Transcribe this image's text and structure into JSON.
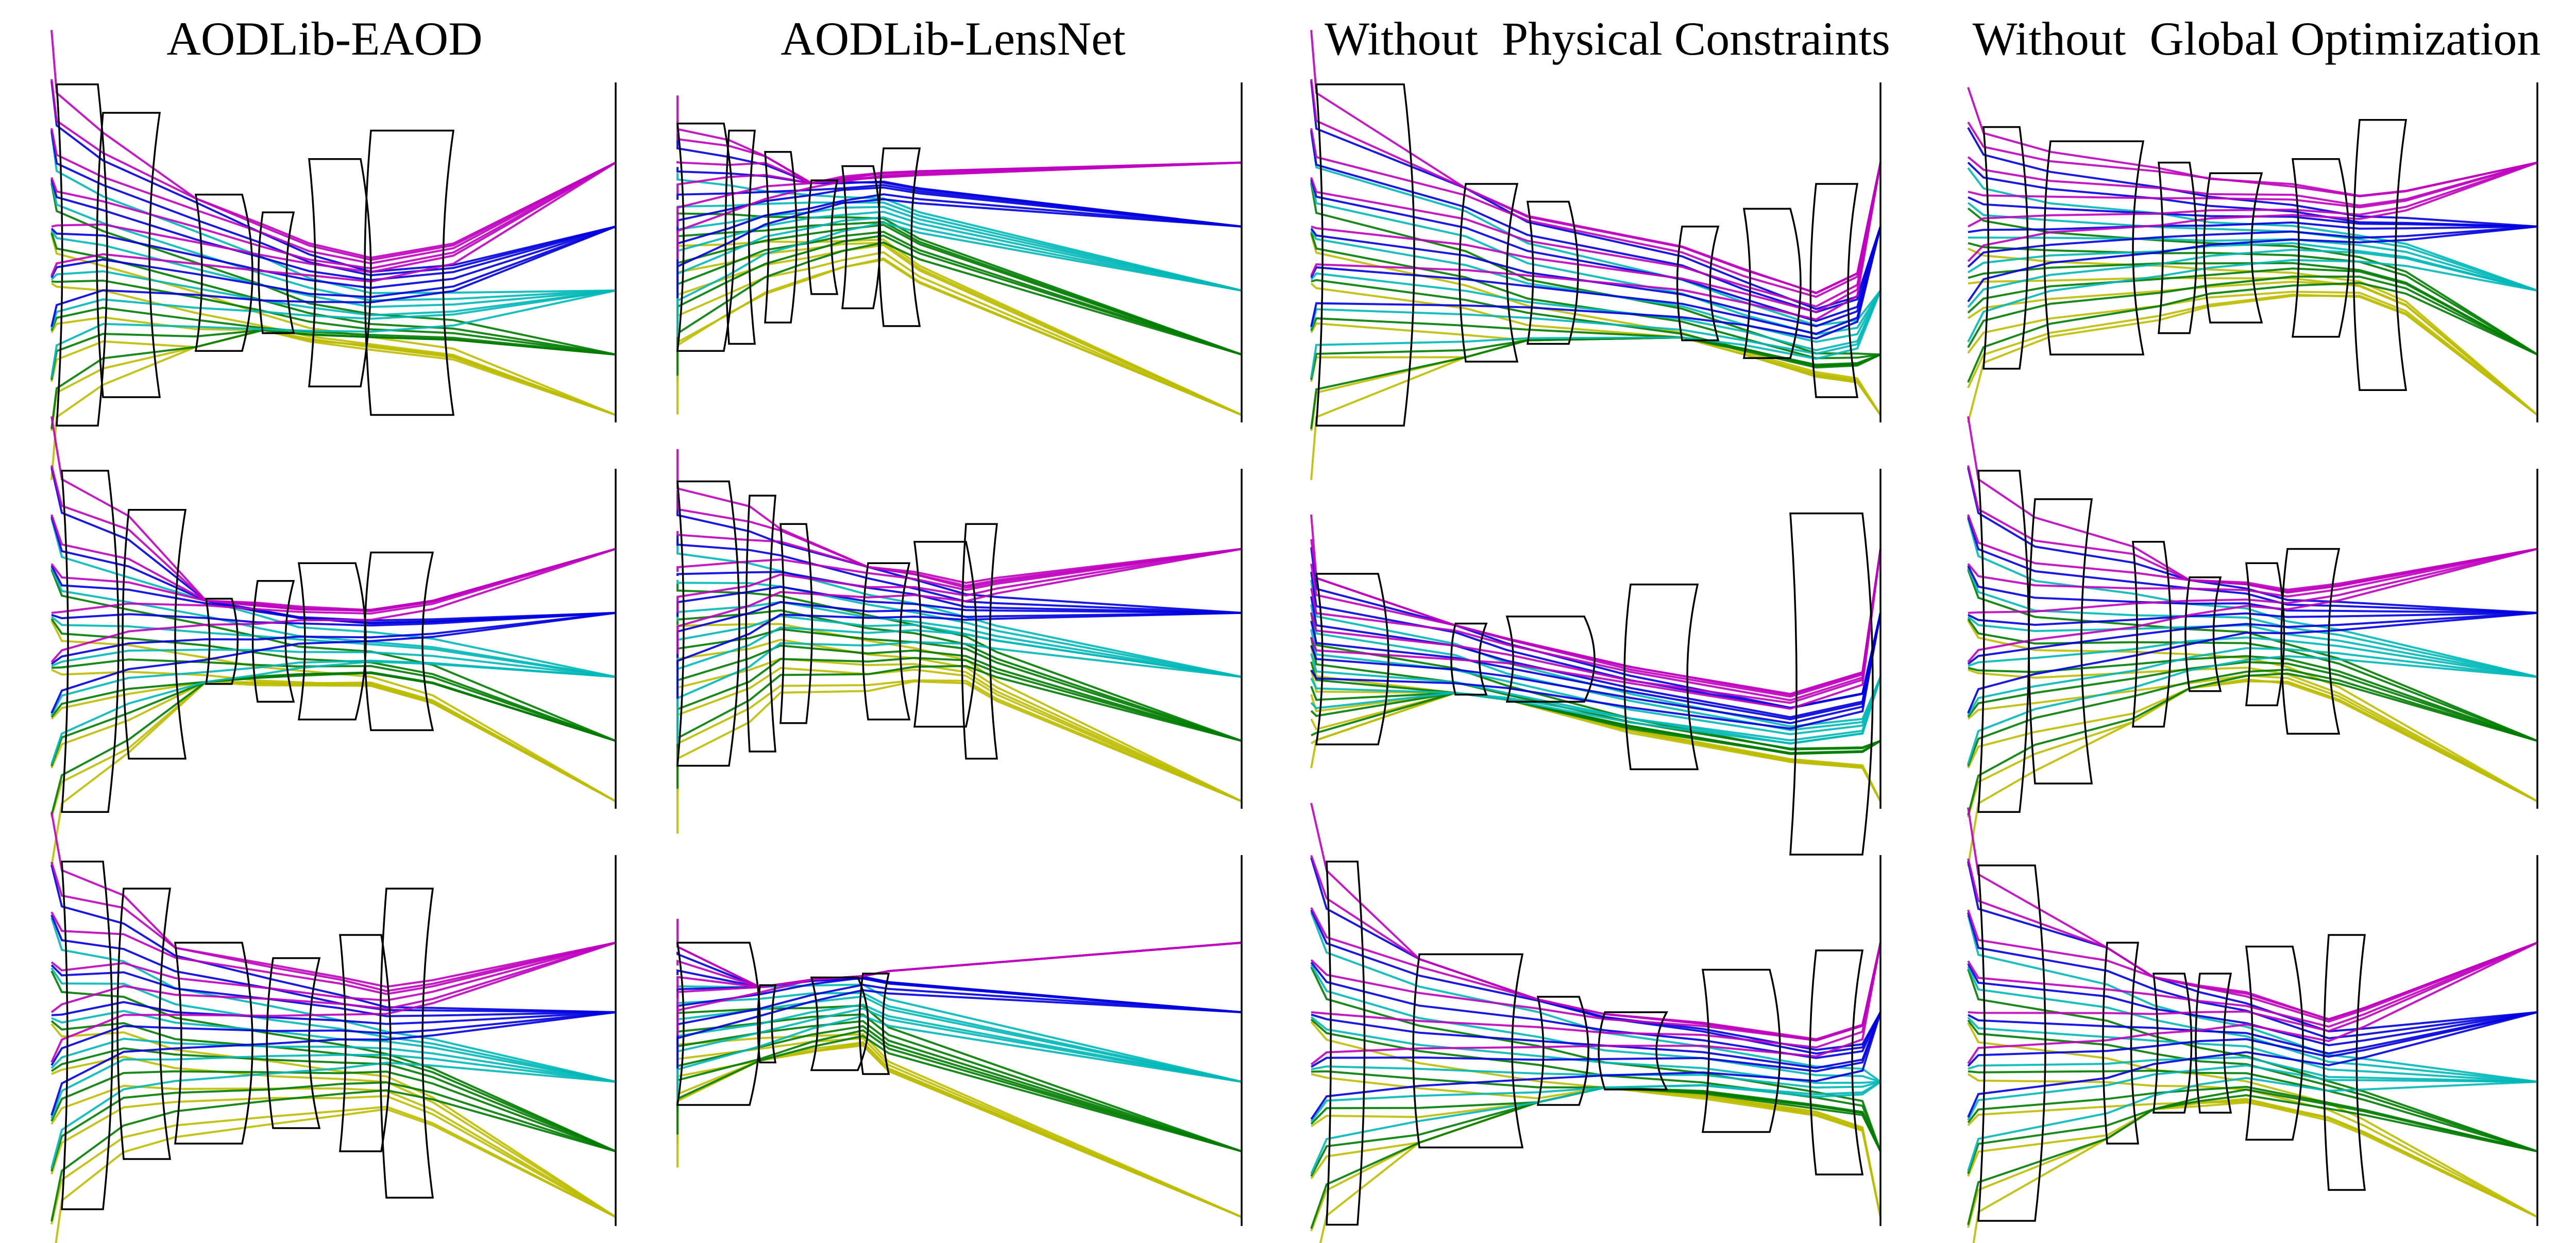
{
  "columns": [
    {
      "title": "AODLib-EAOD"
    },
    {
      "title": "AODLib-LensNet"
    },
    {
      "title": "Without  Physical Constraints"
    },
    {
      "title": "Without  Global Optimization"
    }
  ],
  "ray_colors": [
    "#bdbd00",
    "#007d00",
    "#00b8b8",
    "#0000e0",
    "#c000c0"
  ],
  "lens_stroke": "#000000"
}
